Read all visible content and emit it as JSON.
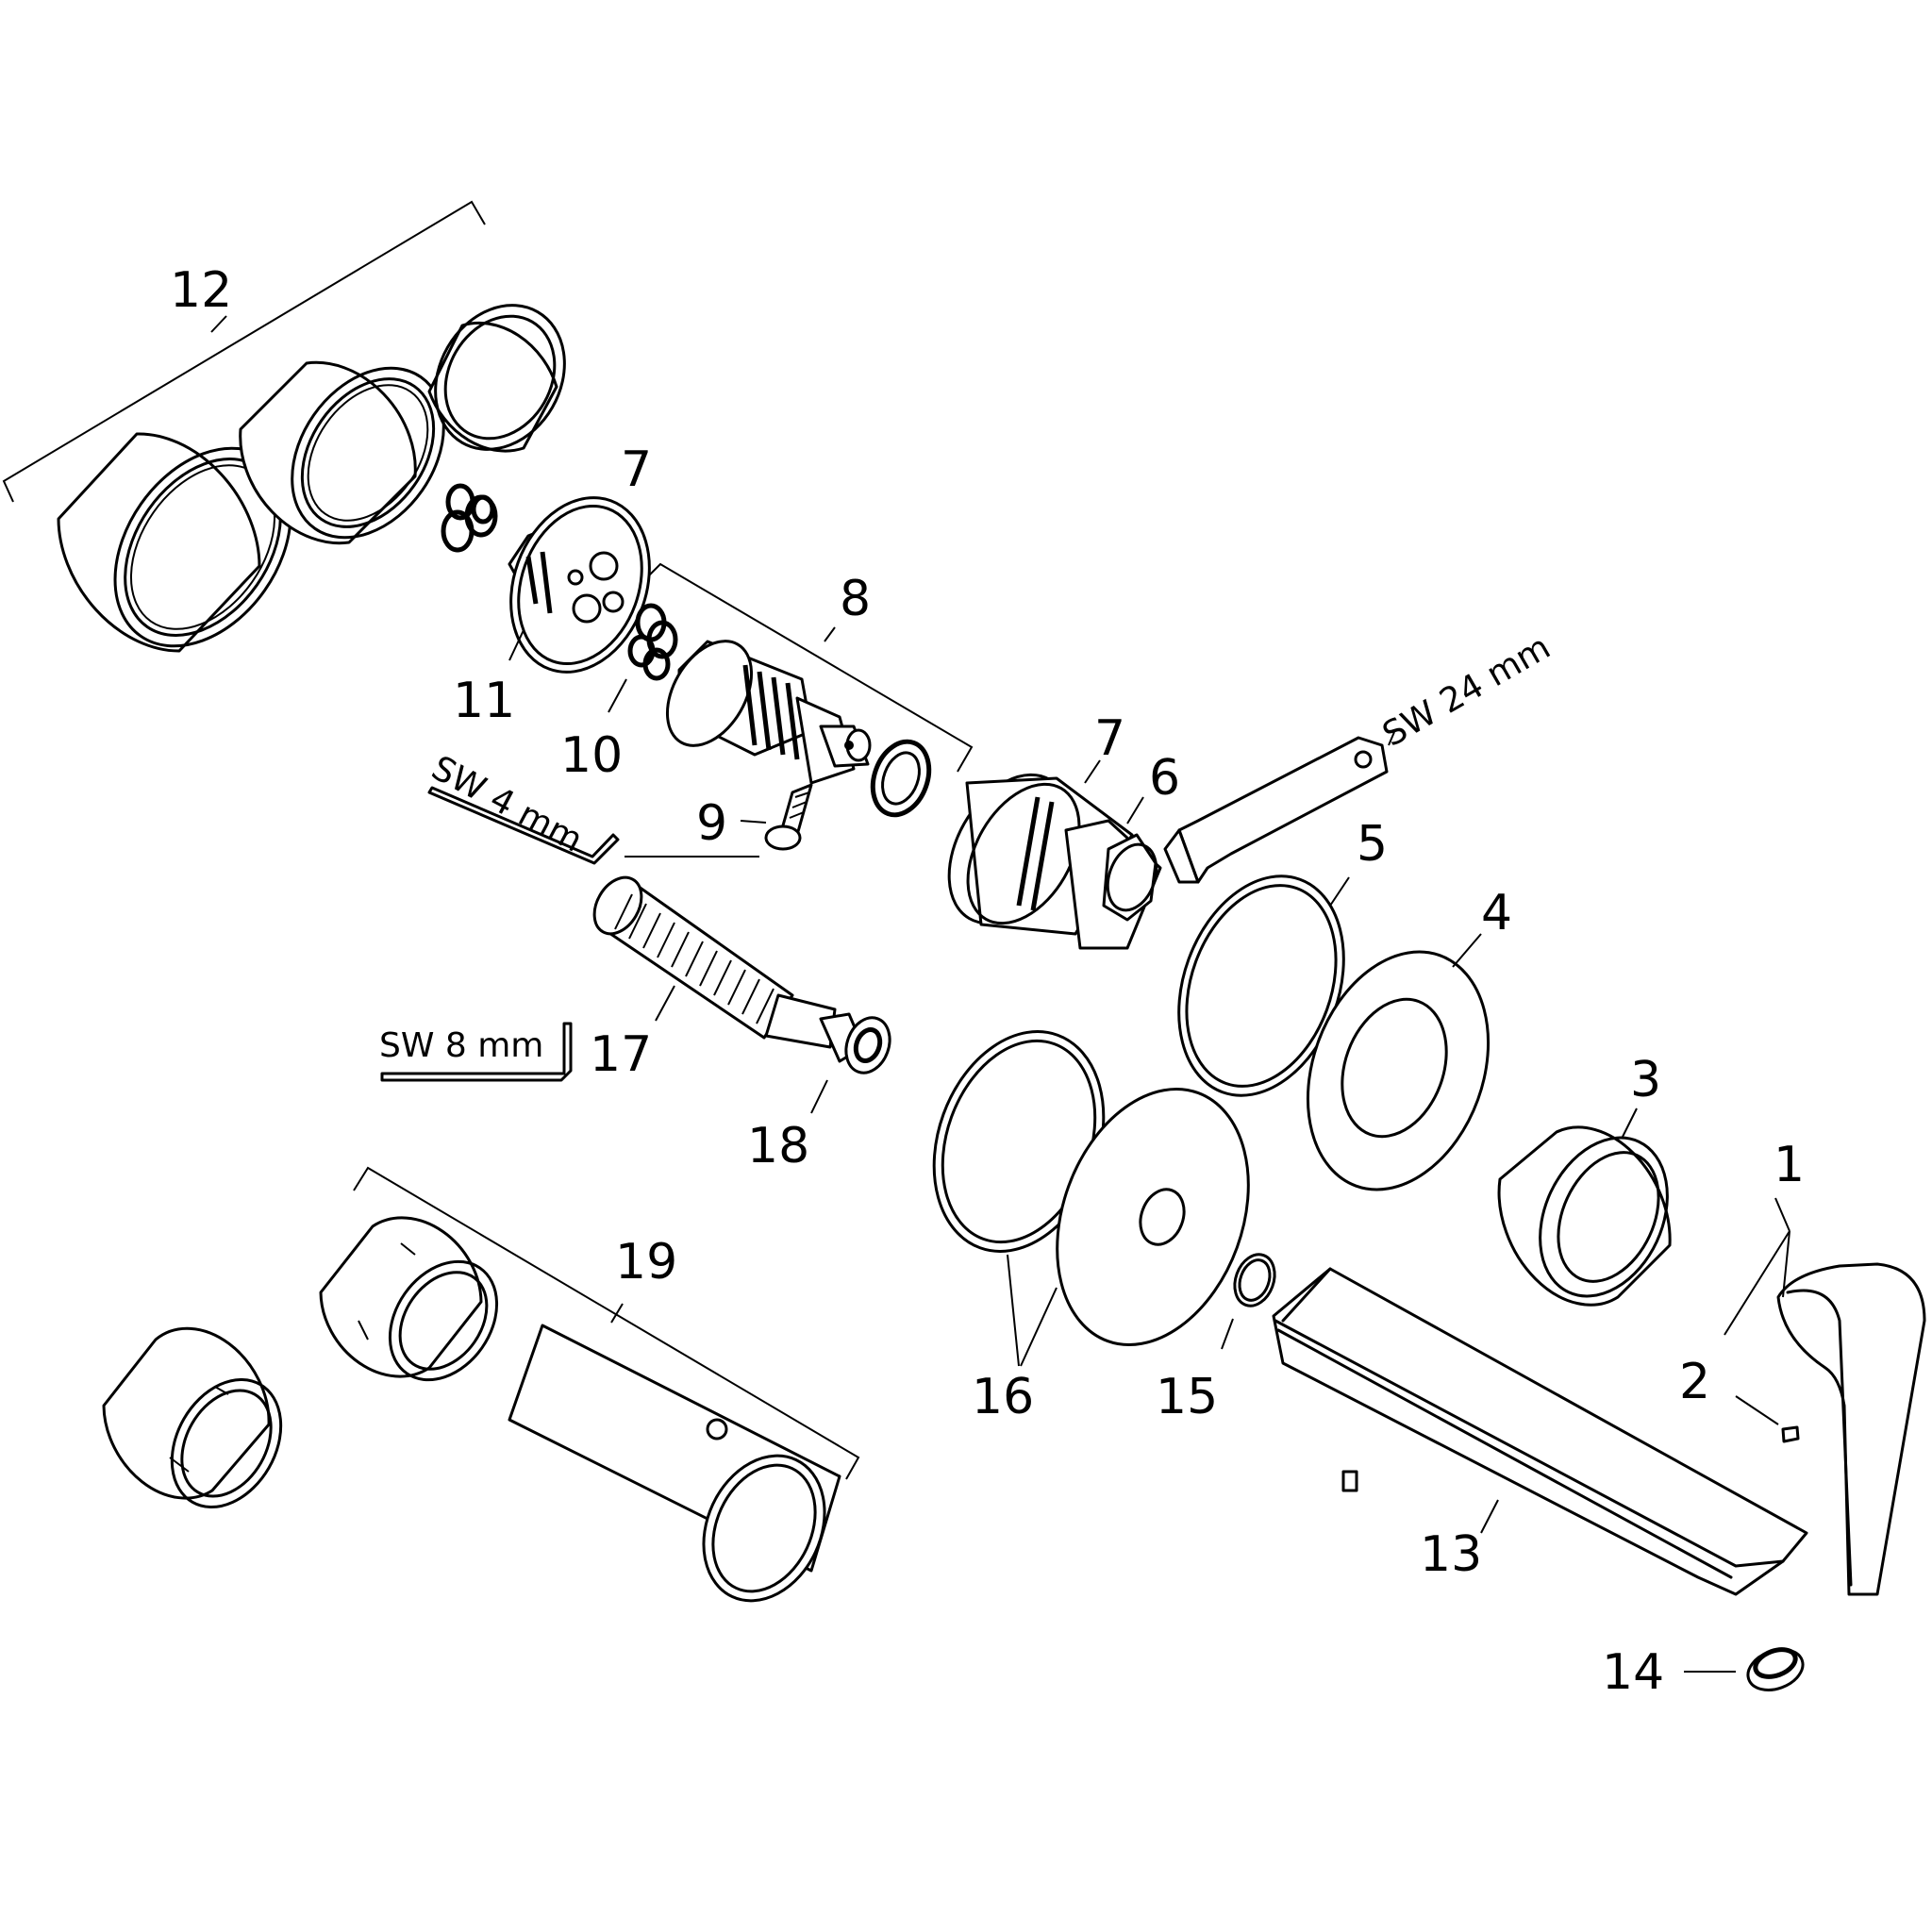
{
  "callouts": {
    "n1": "1",
    "n2": "2",
    "n3": "3",
    "n4": "4",
    "n5": "5",
    "n6": "6",
    "n7a": "7",
    "n7b": "7",
    "n8": "8",
    "n9": "9",
    "n10": "10",
    "n11": "11",
    "n12": "12",
    "n13": "13",
    "n14": "14",
    "n15": "15",
    "n16": "16",
    "n17": "17",
    "n18": "18",
    "n19": "19"
  },
  "tools": {
    "sw24": "SW 24 mm",
    "sw4": "SW 4 mm",
    "sw8": "SW 8 mm"
  }
}
